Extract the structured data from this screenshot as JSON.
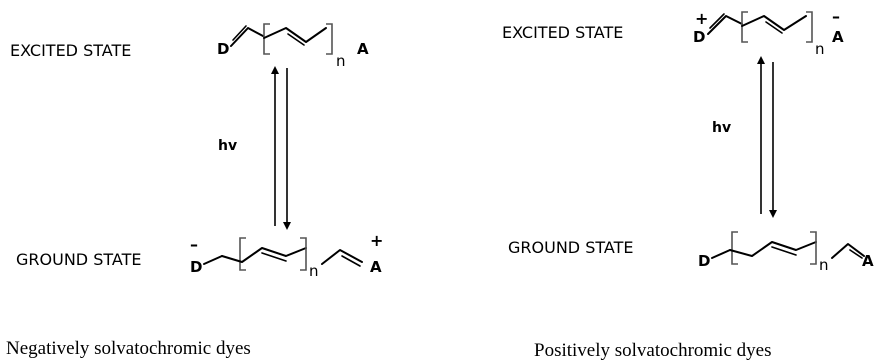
{
  "labels": {
    "excited_state": "EXCITED STATE",
    "ground_state": "GROUND STATE",
    "hv": "hv"
  },
  "atoms": {
    "donor": "D",
    "acceptor": "A",
    "repeat": "n",
    "plus": "+",
    "minus": "–"
  },
  "captions": {
    "left": "Negatively solvatochromic dyes",
    "right": "Positively solvatochromic dyes"
  }
}
